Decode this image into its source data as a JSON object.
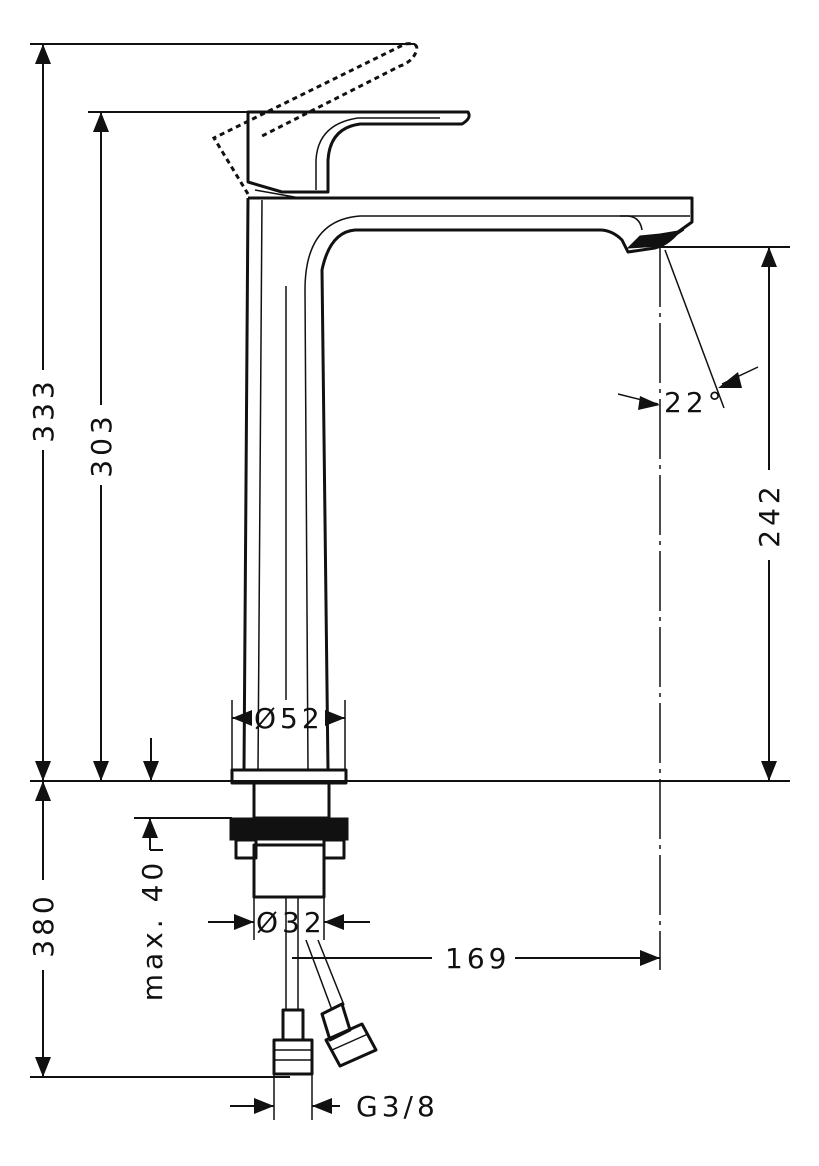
{
  "drawing": {
    "dimensions": {
      "total_height": "333",
      "lever_height": "303",
      "spout_height": "242",
      "below_deck": "380",
      "max_thickness": "max. 40",
      "body_diameter": "Ø52",
      "shank_diameter": "Ø32",
      "reach": "169",
      "connection": "G3/8",
      "spout_angle": "22°"
    }
  }
}
